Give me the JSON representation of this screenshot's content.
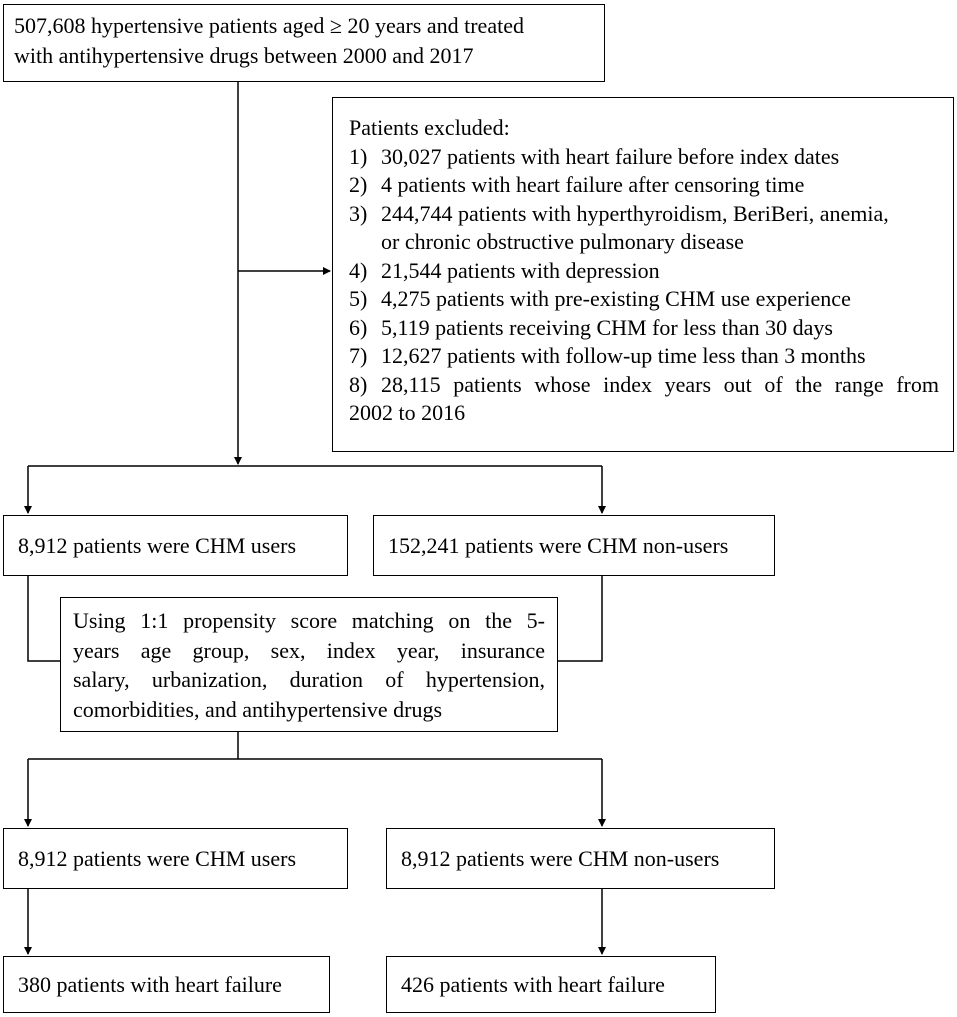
{
  "start": {
    "line1": "507,608 hypertensive patients aged ≥ 20 years and treated",
    "line2": "with antihypertensive drugs between 2000 and 2017"
  },
  "excluded": {
    "title": "Patients excluded:",
    "items": [
      {
        "num": "1)",
        "lines": [
          "30,027 patients with heart failure before index dates"
        ]
      },
      {
        "num": "2)",
        "lines": [
          "4 patients with heart failure after censoring time"
        ]
      },
      {
        "num": "3)",
        "lines": [
          "244,744 patients with hyperthyroidism, BeriBeri, anemia,",
          "or chronic obstructive pulmonary disease"
        ]
      },
      {
        "num": "4)",
        "lines": [
          "21,544 patients with depression"
        ]
      },
      {
        "num": "5)",
        "lines": [
          "4,275 patients with pre-existing CHM use experience"
        ]
      },
      {
        "num": "6)",
        "lines": [
          "5,119 patients receiving CHM for less than 30 days"
        ]
      },
      {
        "num": "7)",
        "lines": [
          "12,627 patients with follow-up time less than 3 months"
        ]
      },
      {
        "num": "8)",
        "lines": [
          "28,115 patients whose index years out of the range from"
        ]
      }
    ],
    "tail": "2002 to 2016"
  },
  "cohort": {
    "users": "8,912 patients were CHM users",
    "nonusers": "152,241 patients were CHM non-users"
  },
  "matching": {
    "lines": [
      "Using 1:1 propensity score matching on the 5-",
      "years age group, sex, index year, insurance",
      "salary, urbanization, duration of hypertension,",
      "comorbidities, and antihypertensive drugs"
    ]
  },
  "matched": {
    "users": "8,912 patients were CHM users",
    "nonusers": "8,912 patients were CHM non-users"
  },
  "outcome": {
    "users": "380 patients with heart failure",
    "nonusers": "426 patients with heart failure"
  }
}
